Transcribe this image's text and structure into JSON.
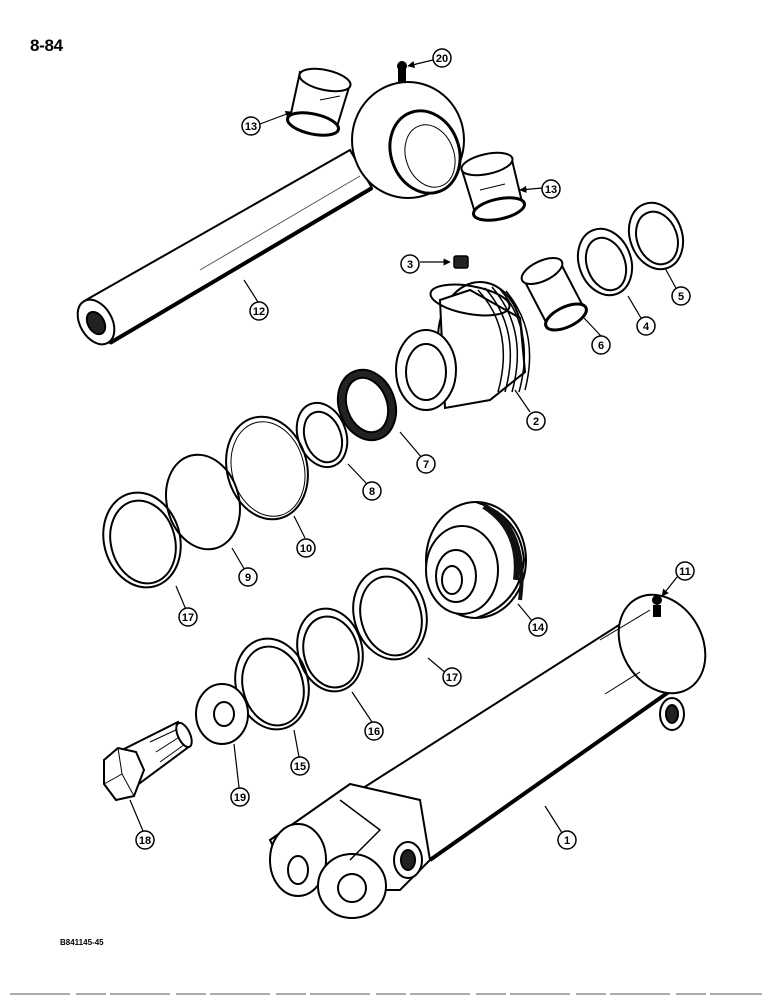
{
  "page_label": "8-84",
  "drawing_id": "B841145-45",
  "callouts": {
    "c1": "1",
    "c2": "2",
    "c3": "3",
    "c4": "4",
    "c5": "5",
    "c6": "6",
    "c7": "7",
    "c8": "8",
    "c9": "9",
    "c10": "10",
    "c11": "11",
    "c12": "12",
    "c13a": "13",
    "c13b": "13",
    "c14": "14",
    "c15": "15",
    "c16": "16",
    "c17a": "17",
    "c17b": "17",
    "c18": "18",
    "c19": "19",
    "c20": "20"
  }
}
